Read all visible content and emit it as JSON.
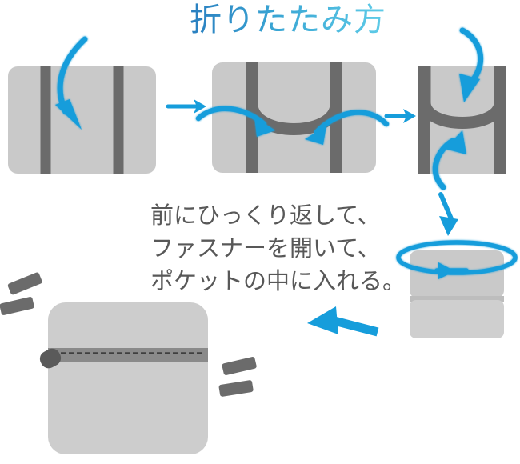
{
  "page": {
    "title": "折りたたみ方",
    "title_gradient_from": "#2a7fc0",
    "title_gradient_to": "#5fcce8",
    "background": "#ffffff"
  },
  "colors": {
    "bag_body": "#c9c9c9",
    "bag_body_light": "#d2d2d2",
    "strap": "#6b6b6b",
    "arrow_blue": "#169ddb",
    "arrow_blue_dark": "#0b7fb8",
    "text_gray": "#585858",
    "zipper_band": "#8a8a8a",
    "zipper_pull": "#5a5a5a",
    "sparkle": "#6b6b6b"
  },
  "instructions": {
    "lines": [
      "前にひっくり返して、",
      "ファスナーを開いて、",
      "ポケットの中に入れる。"
    ]
  },
  "steps": [
    {
      "id": "step-1",
      "name": "bag-with-handles-up",
      "caption": "",
      "arrow": "curved-down-arrow"
    },
    {
      "id": "step-2",
      "name": "bag-handles-folded-in",
      "caption": "",
      "arrow": "two-inward-arrows"
    },
    {
      "id": "step-3",
      "name": "bag-folded-narrow",
      "caption": "",
      "arrow": "down-and-up-arrows"
    },
    {
      "id": "step-4",
      "name": "bag-folded-small-flip",
      "caption": "",
      "arrow": "rotate-ring-arrow"
    },
    {
      "id": "step-5",
      "name": "finished-zipper-pouch",
      "caption": "",
      "arrow": ""
    }
  ],
  "connectors": [
    {
      "name": "arrow-step1-to-step2",
      "direction": "right"
    },
    {
      "name": "arrow-step2-to-step3",
      "direction": "right"
    },
    {
      "name": "arrow-step3-to-step4",
      "direction": "down-left"
    },
    {
      "name": "arrow-step4-to-step5",
      "direction": "left"
    }
  ],
  "icons": {
    "curved_down_arrow": "curved-down-arrow-icon",
    "right_arrow": "right-arrow-icon",
    "left_arrow": "left-arrow-icon",
    "rotate_arrow": "rotate-arrow-icon",
    "zipper": "zipper-icon",
    "sparkle": "sparkle-icon"
  }
}
